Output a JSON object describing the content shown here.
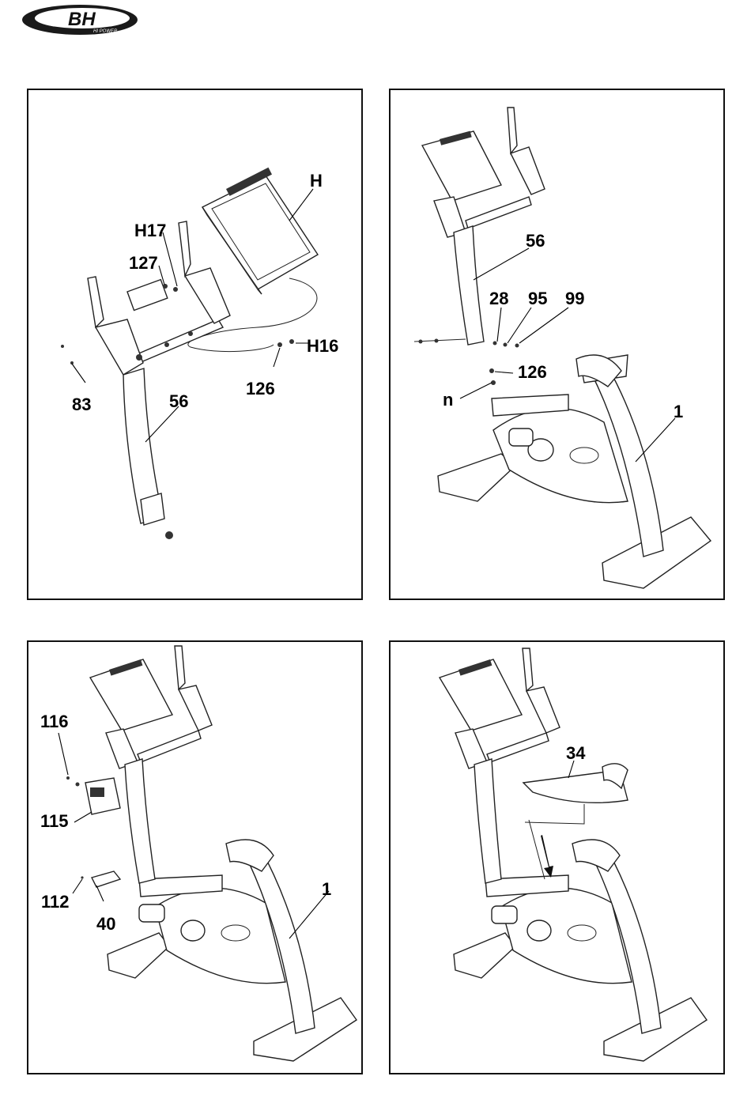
{
  "brand": {
    "name": "BH",
    "tagline": "HI POWER"
  },
  "panels": [
    {
      "labels": {
        "H": "H",
        "H17": "H17",
        "127": "127",
        "H16": "H16",
        "126": "126",
        "83": "83",
        "56": "56"
      }
    },
    {
      "labels": {
        "56": "56",
        "28": "28",
        "95": "95",
        "99": "99",
        "126": "126",
        "n": "n",
        "1": "1"
      }
    },
    {
      "labels": {
        "116": "116",
        "115": "115",
        "112": "112",
        "40": "40",
        "1": "1"
      }
    },
    {
      "labels": {
        "34": "34"
      }
    }
  ]
}
